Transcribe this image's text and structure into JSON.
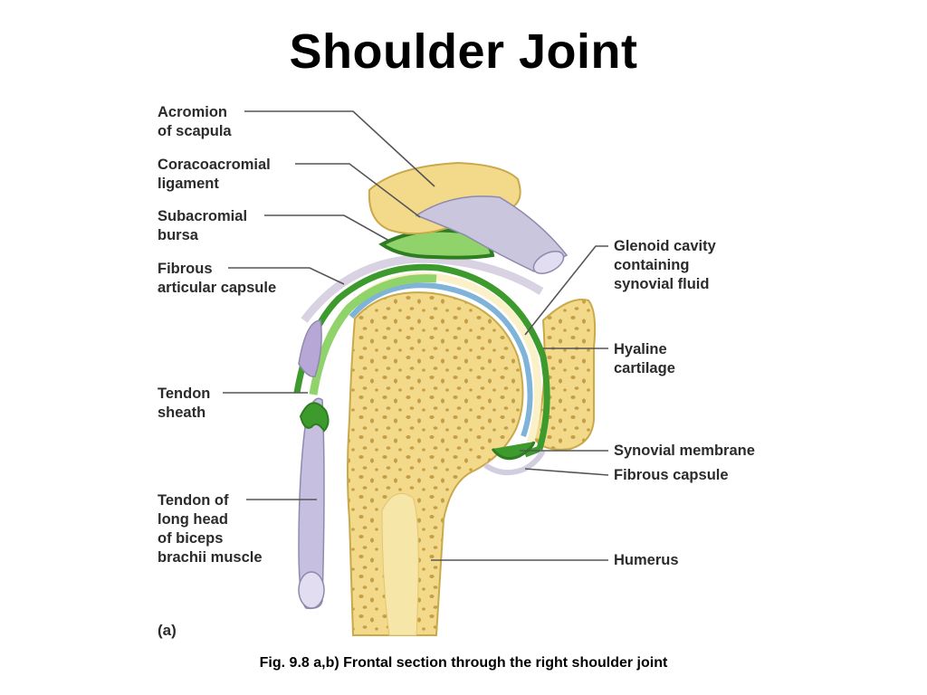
{
  "title": "Shoulder Joint",
  "panel_label": "(a)",
  "caption": "Fig. 9.8  a,b) Frontal section through the right shoulder joint",
  "labels": {
    "acromion": "Acromion\nof scapula",
    "coracoacromial": "Coracoacromial\nligament",
    "subacromial": "Subacromial\nbursa",
    "fibrous_articular": "Fibrous\narticular capsule",
    "tendon_sheath": "Tendon\nsheath",
    "tendon_biceps": "Tendon of\nlong head\nof biceps\nbrachii muscle",
    "glenoid": "Glenoid cavity\ncontaining\nsynovial fluid",
    "hyaline": "Hyaline\ncartilage",
    "synovial_membrane": "Synovial membrane",
    "fibrous_capsule": "Fibrous capsule",
    "humerus": "Humerus"
  },
  "colors": {
    "bone": "#f3d98a",
    "bone_edge": "#c9a94a",
    "green_dark": "#3d9a2d",
    "green_light": "#8fd36a",
    "cartilage_blue": "#7fb3d8",
    "ligament": "#c9c6dd",
    "tendon": "#c7bfe0"
  }
}
